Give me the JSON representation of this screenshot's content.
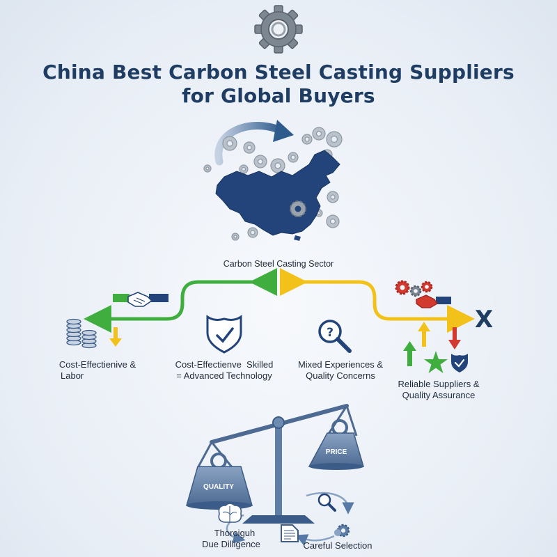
{
  "header": {
    "title_line1": "China Best Carbon Steel Casting Suppliers",
    "title_line2": "for Global Buyers"
  },
  "sector_label": "Carbon Steel Casting Sector",
  "factors": [
    {
      "line1": "Cost-Effectienive &",
      "line2": "Labor"
    },
    {
      "line1": "Cost-Effectienve  Skilled",
      "line2": "= Advanced Technology"
    },
    {
      "line1": "Mixed Experiences &",
      "line2": "Quality Concerns"
    },
    {
      "line1": "Reliable Suppliers &",
      "line2": "Quality Assurance"
    }
  ],
  "x_mark": "X",
  "scale": {
    "left_pan": "QUALITY",
    "right_pan": "PRICE"
  },
  "bottom": {
    "due_diligence_line1": "Thoroiguh",
    "due_diligence_line2": "Due Dilligence",
    "careful_selection": "Careful Selection"
  },
  "icons": [
    "gear-icon",
    "china-map-icon",
    "handshake-icon",
    "coin-stack-icon",
    "shield-check-icon",
    "magnifier-question-icon",
    "star-icon",
    "balance-scale-icon",
    "brain-icon",
    "document-icon"
  ],
  "colors": {
    "navy": "#1f3d63",
    "map_blue": "#22447a",
    "green": "#3fae3f",
    "yellow": "#f2c21b",
    "red": "#d23a2f",
    "gear_gray": "#9aa3ad"
  }
}
